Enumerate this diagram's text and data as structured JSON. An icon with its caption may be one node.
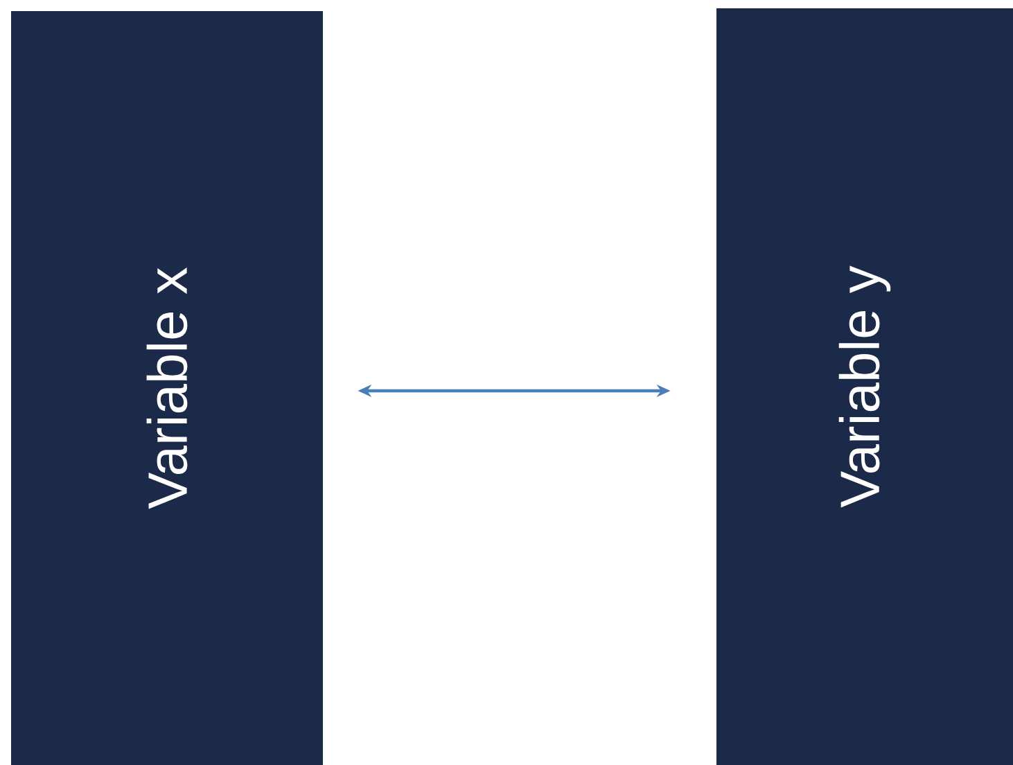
{
  "diagram": {
    "nodes": [
      {
        "text": [
          "Variable x"
        ]
      },
      {
        "text": [
          "Variable y"
        ]
      }
    ],
    "edges": [
      {
        "from": 0,
        "to": 1,
        "arrow": "both"
      }
    ]
  }
}
